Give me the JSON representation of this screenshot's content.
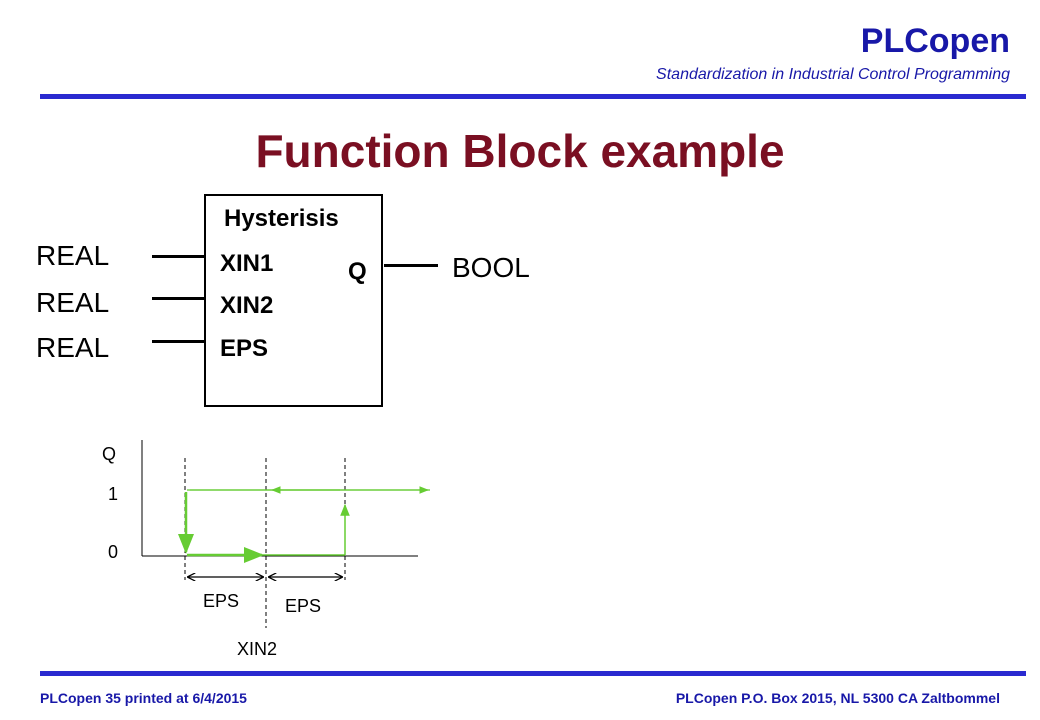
{
  "header": {
    "brand": "PLCopen",
    "tagline": "Standardization in Industrial Control Programming"
  },
  "title": "Function Block example",
  "function_block": {
    "name": "Hysterisis",
    "inputs": [
      {
        "name": "XIN1",
        "type": "REAL"
      },
      {
        "name": "XIN2",
        "type": "REAL"
      },
      {
        "name": "EPS",
        "type": "REAL"
      }
    ],
    "output": {
      "name": "Q",
      "type": "BOOL"
    }
  },
  "timing": {
    "y_axis_label": "Q",
    "y_tick_high": "1",
    "y_tick_low": "0",
    "eps_left": "EPS",
    "eps_right": "EPS",
    "x_label": "XIN2"
  },
  "colors": {
    "brand": "#1818a8",
    "title": "#7a0f22",
    "rule": "#2a2ad0",
    "trace": "#66cc33"
  },
  "footer": {
    "left": "PLCopen  35  printed at 6/4/2015",
    "right": "PLCopen P.O. Box 2015, NL 5300 CA  Zaltbommel"
  }
}
